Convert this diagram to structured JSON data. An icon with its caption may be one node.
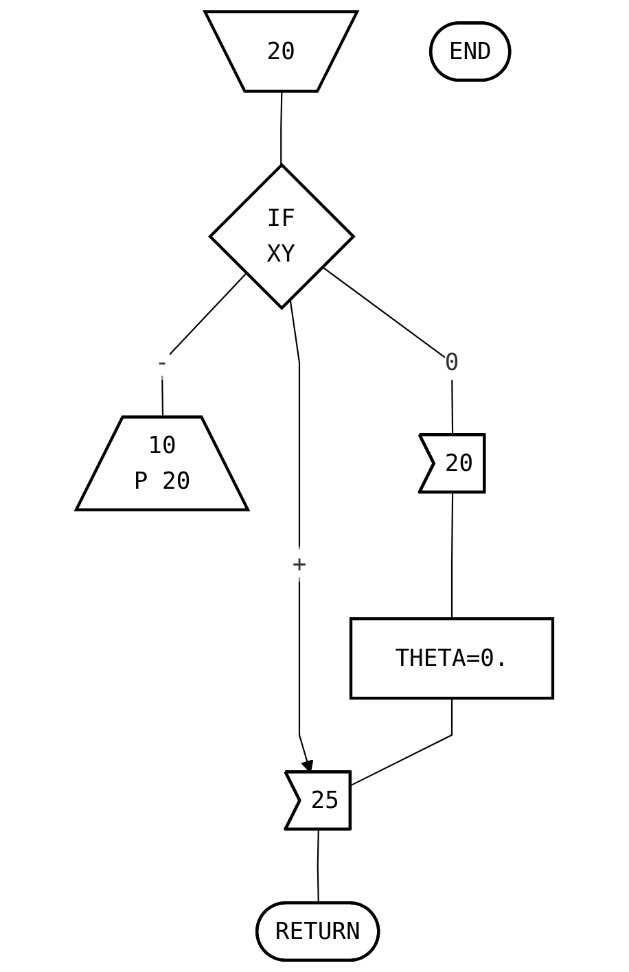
{
  "diagram": {
    "nodes": [
      {
        "text": [
          "20"
        ]
      },
      {
        "text": [
          "IF",
          "XY"
        ]
      },
      {
        "text": [
          "10",
          "P 20"
        ]
      },
      {
        "text": [
          "20"
        ]
      },
      {
        "text": [
          "THETA=0."
        ]
      },
      {
        "text": [
          "25"
        ]
      },
      {
        "text": [
          "RETURN"
        ]
      },
      {
        "text": [
          "END"
        ]
      }
    ],
    "edges": [
      {
        "from": 0,
        "to": 1,
        "arrow": "none"
      },
      {
        "from": 1,
        "to": 2,
        "label": "-",
        "arrow": "none"
      },
      {
        "from": 1,
        "to": 3,
        "label": "0",
        "arrow": "none"
      },
      {
        "from": 3,
        "to": 4,
        "arrow": "none"
      },
      {
        "from": 1,
        "to": 5,
        "label": "+",
        "arrow": "to"
      },
      {
        "from": 4,
        "to": 5,
        "arrow": "none"
      },
      {
        "from": 5,
        "to": 6,
        "arrow": "none"
      }
    ]
  }
}
